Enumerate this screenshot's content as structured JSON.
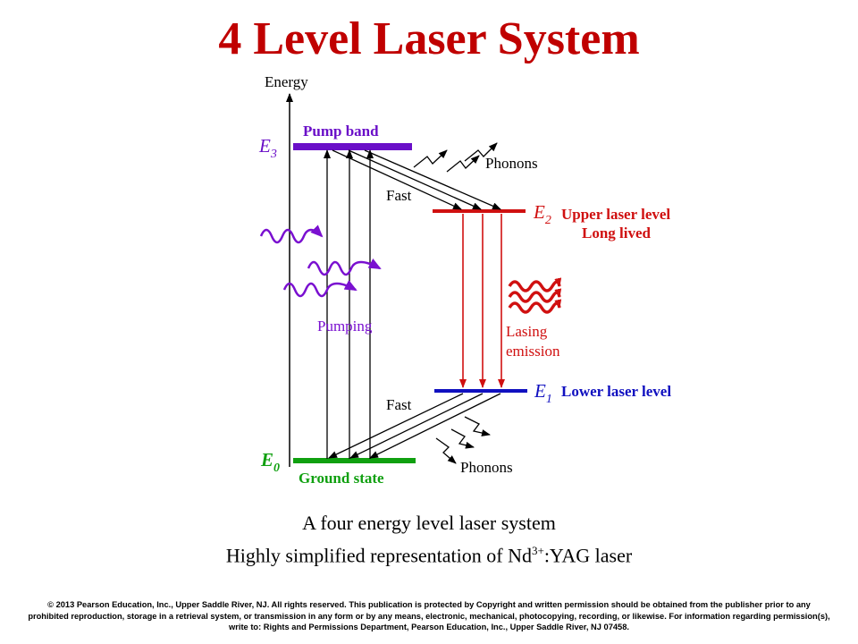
{
  "slide": {
    "title": "4 Level Laser System",
    "caption_line1": "A four energy level laser system",
    "caption_line2_prefix": "Highly simplified representation of Nd",
    "caption_line2_sup": "3+",
    "caption_line2_suffix": ":YAG laser",
    "copyright": "© 2013 Pearson Education, Inc., Upper Saddle River, NJ. All rights reserved. This publication is protected by Copyright and written permission should be obtained from the publisher prior to any prohibited reproduction, storage in a retrieval system, or transmission in any form or by any means, electronic, mechanical, photocopying, recording, or likewise. For information regarding permission(s), write to: Rights and Permissions Department, Pearson Education, Inc., Upper Saddle River, NJ 07458."
  },
  "diagram": {
    "axis_label": "Energy",
    "levels": {
      "e3": {
        "symbol": "E",
        "subscript": "3",
        "name": "Pump band",
        "color": "#6a0fc8"
      },
      "e2": {
        "symbol": "E",
        "subscript": "2",
        "name_line1": "Upper laser level",
        "name_line2": "Long lived",
        "color": "#d01010"
      },
      "e1": {
        "symbol": "E",
        "subscript": "1",
        "name": "Lower laser level",
        "color": "#1010c0"
      },
      "e0": {
        "symbol": "E",
        "subscript": "0",
        "name": "Ground state",
        "color": "#10a010"
      }
    },
    "labels": {
      "fast_upper": "Fast",
      "fast_lower": "Fast",
      "phonons_upper": "Phonons",
      "phonons_lower": "Phonons",
      "pumping": "Pumping",
      "lasing_line1": "Lasing",
      "lasing_line2": "emission"
    },
    "colors": {
      "pump_wave": "#7a10d0",
      "lasing": "#d01010",
      "arrows": "#000000"
    }
  }
}
